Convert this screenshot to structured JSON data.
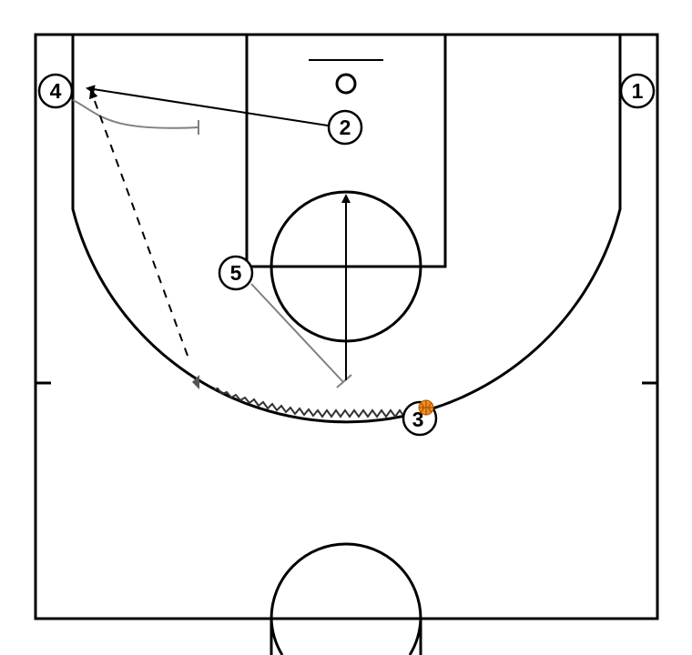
{
  "diagram": {
    "players": [
      {
        "id": "p1",
        "label": "1",
        "has_ball": false
      },
      {
        "id": "p2",
        "label": "2",
        "has_ball": false
      },
      {
        "id": "p3",
        "label": "3",
        "has_ball": true
      },
      {
        "id": "p4",
        "label": "4",
        "has_ball": false
      },
      {
        "id": "p5",
        "label": "5",
        "has_ball": false
      }
    ],
    "actions": [
      {
        "id": "cut-2-to-4",
        "type": "cut",
        "from": "2",
        "to": "4"
      },
      {
        "id": "screen-4",
        "type": "screen",
        "from": "4"
      },
      {
        "id": "screen-5",
        "type": "screen",
        "from": "5"
      },
      {
        "id": "cut-5",
        "type": "cut",
        "from": "5"
      },
      {
        "id": "dribble-3",
        "type": "dribble",
        "from": "3"
      },
      {
        "id": "pass-3-to-4",
        "type": "pass",
        "from": "3",
        "to": "4"
      }
    ],
    "colors": {
      "court_line": "#000000",
      "screen_line": "#808080",
      "ball": "#f28c1e"
    }
  }
}
